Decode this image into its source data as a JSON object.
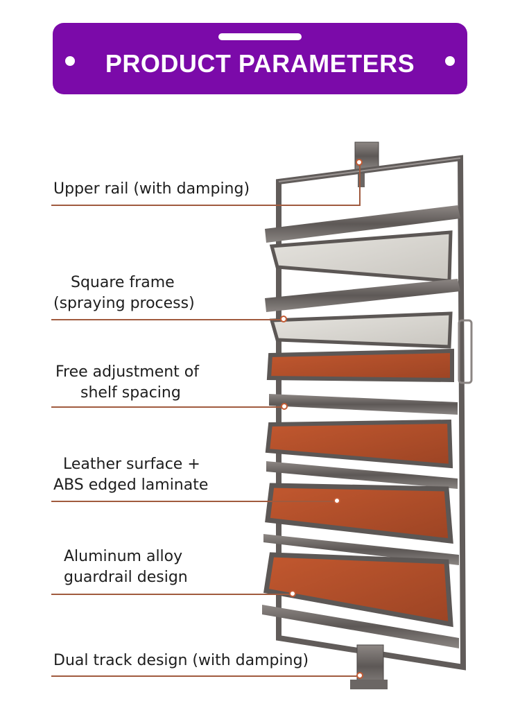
{
  "header": {
    "title": "PRODUCT PARAMETERS"
  },
  "callouts": [
    {
      "text": "Upper rail (with damping)"
    },
    {
      "line1": "Square frame",
      "line2": "(spraying process)"
    },
    {
      "line1": "Free adjustment of",
      "line2": "shelf spacing"
    },
    {
      "line1": "Leather surface +",
      "line2": "ABS edged laminate"
    },
    {
      "line1": "Aluminum alloy",
      "line2": "guardrail design"
    },
    {
      "text": "Dual track design (with damping)"
    }
  ],
  "colors": {
    "banner": "#7b0aa9",
    "leader_line": "#a05a3e",
    "frame": "#6a6563",
    "leather": "#b3502b",
    "panel": "#d9d7d2"
  }
}
